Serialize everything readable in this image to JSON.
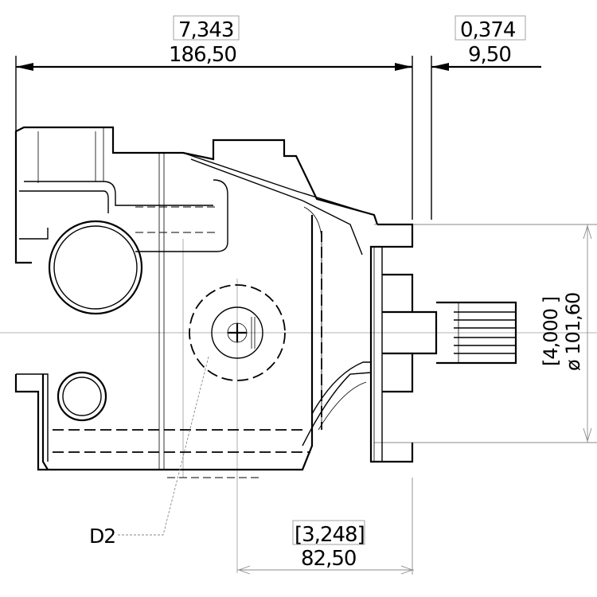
{
  "dimensions": {
    "overall_length": {
      "inch": "7,343",
      "mm": "186,50"
    },
    "flange_offset": {
      "inch": "0,374",
      "mm": "9,50"
    },
    "pilot_diameter": {
      "inch": "[4,000 ]",
      "mm": "ø 101,60"
    },
    "port_offset": {
      "inch": "[3,248]",
      "mm": "82,50"
    }
  },
  "labels": {
    "port": "D2"
  },
  "colors": {
    "line": "#000000",
    "construction": "#9a9a9a",
    "background": "#ffffff"
  }
}
